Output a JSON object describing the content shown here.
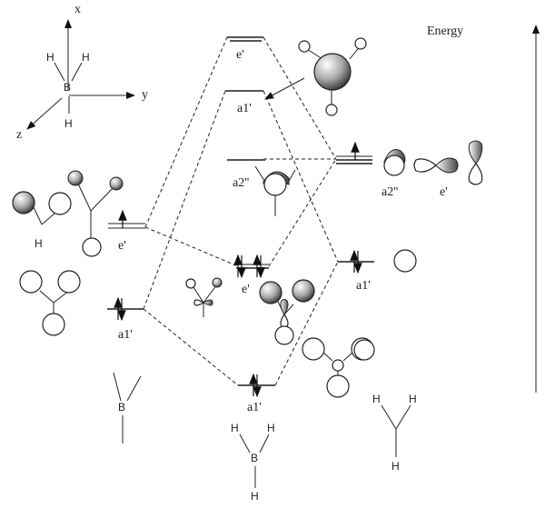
{
  "axes": {
    "x": "x",
    "y": "y",
    "z": "z",
    "center_atom": "B",
    "h_top_left": "H",
    "h_top_right": "H",
    "h_bottom": "H"
  },
  "energy_label": "Energy",
  "boron_levels": {
    "e_prime": {
      "label": "e'",
      "electrons": 1
    },
    "a1_prime": {
      "label": "a1'",
      "electrons": 2
    }
  },
  "mo_levels": {
    "e_prime_antibonding": {
      "label": "e'",
      "electrons": 0
    },
    "a1_prime_antibonding": {
      "label": "a1'",
      "electrons": 0
    },
    "a2_double_prime": {
      "label": "a2''",
      "electrons": 0
    },
    "e_prime_bonding": {
      "label": "e'",
      "electrons": 4
    },
    "a1_prime_bonding": {
      "label": "a1'",
      "electrons": 2
    }
  },
  "h3_levels": {
    "p_set": {
      "electrons": 1
    },
    "a1_prime": {
      "label": "a1'",
      "electrons": 2
    }
  },
  "orbital_labels": {
    "a2pp": "a2''",
    "ep": "e'"
  },
  "fragments": {
    "left_fragment_h": "H",
    "bottom_left_b": "B",
    "bottom_center": {
      "h_left": "H",
      "h_right": "H",
      "b": "B",
      "h_bottom": "H"
    },
    "bottom_right": {
      "h_left": "H",
      "h_right": "H",
      "h_bottom": "H"
    }
  },
  "colors": {
    "line": "#222222",
    "level": "#555555",
    "shade": "#555555"
  }
}
